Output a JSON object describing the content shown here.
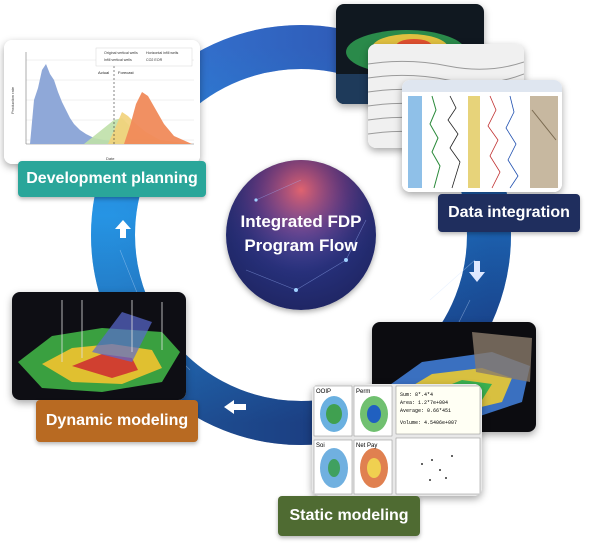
{
  "center": {
    "line1": "Integrated FDP",
    "line2": "Program Flow"
  },
  "stages": [
    {
      "id": "development_planning",
      "label": "Development planning",
      "color": "#2aa69a"
    },
    {
      "id": "data_integration",
      "label": "Data integration",
      "color": "#1f2e5e"
    },
    {
      "id": "static_modeling",
      "label": "Static modeling",
      "color": "#4f6b32"
    },
    {
      "id": "dynamic_modeling",
      "label": "Dynamic modeling",
      "color": "#b86a22"
    }
  ],
  "production_chart": {
    "ylabel": "Production rate",
    "xlabel": "Date",
    "legend": [
      "Original vertical wells",
      "Horizontal infill wells",
      "Infill vertical wells",
      "CO2 EOR"
    ],
    "annotations": [
      "Actual",
      "Forecast"
    ]
  },
  "static_panel": {
    "maps": [
      "OOIP",
      "Perm",
      "Soi",
      "Net Pay"
    ],
    "stats": [
      "Sum: 8*.4*4",
      "Area: 1.2*7e+004",
      "Average: 0.66*451",
      "Volume: 4.5406e+007"
    ]
  }
}
